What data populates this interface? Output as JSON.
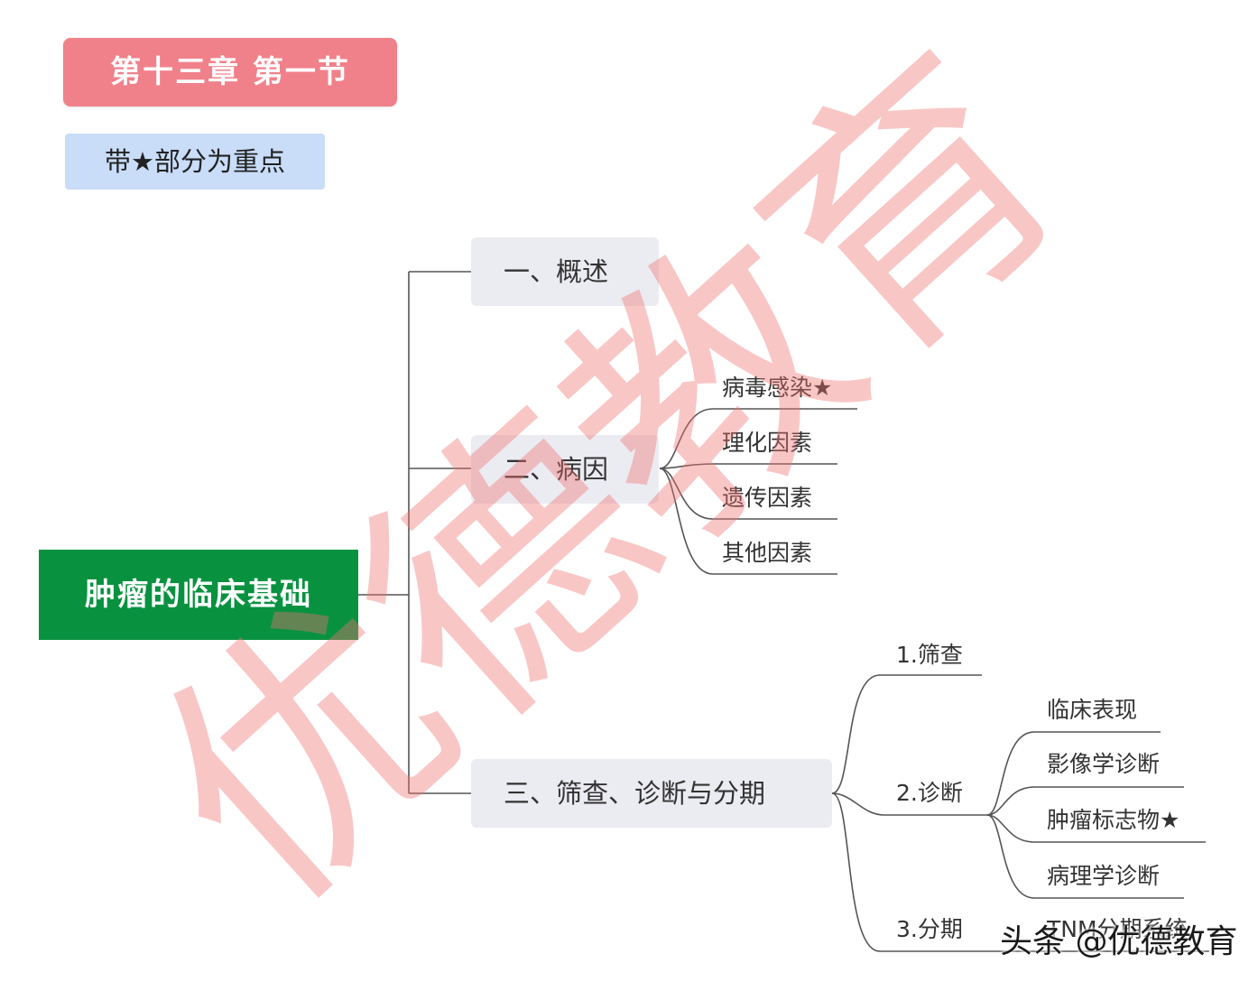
{
  "chapter_title": "第十三章  第一节",
  "legend_note": "带★部分为重点",
  "root": "肿瘤的临床基础",
  "branches": [
    {
      "label": "一、概述",
      "children": []
    },
    {
      "label": "二、病因",
      "children": [
        "病毒感染★",
        "理化因素",
        "遗传因素",
        "其他因素"
      ]
    },
    {
      "label": "三、筛查、诊断与分期",
      "children": [
        {
          "label": "1.筛查",
          "children": []
        },
        {
          "label": "2.诊断",
          "children": [
            "临床表现",
            "影像学诊断",
            "肿瘤标志物★",
            "病理学诊断"
          ]
        },
        {
          "label": "3.分期",
          "children": [
            "TNM分期系统"
          ]
        }
      ]
    }
  ],
  "watermark": "优德教育",
  "footer": "头条 @优德教育",
  "colors": {
    "chapter_bg": "#f0818a",
    "note_bg": "#c9dcf8",
    "root_bg": "#089240",
    "branch_bg": "#ebebf2",
    "connector": "#555555",
    "watermark": "#f07070"
  }
}
